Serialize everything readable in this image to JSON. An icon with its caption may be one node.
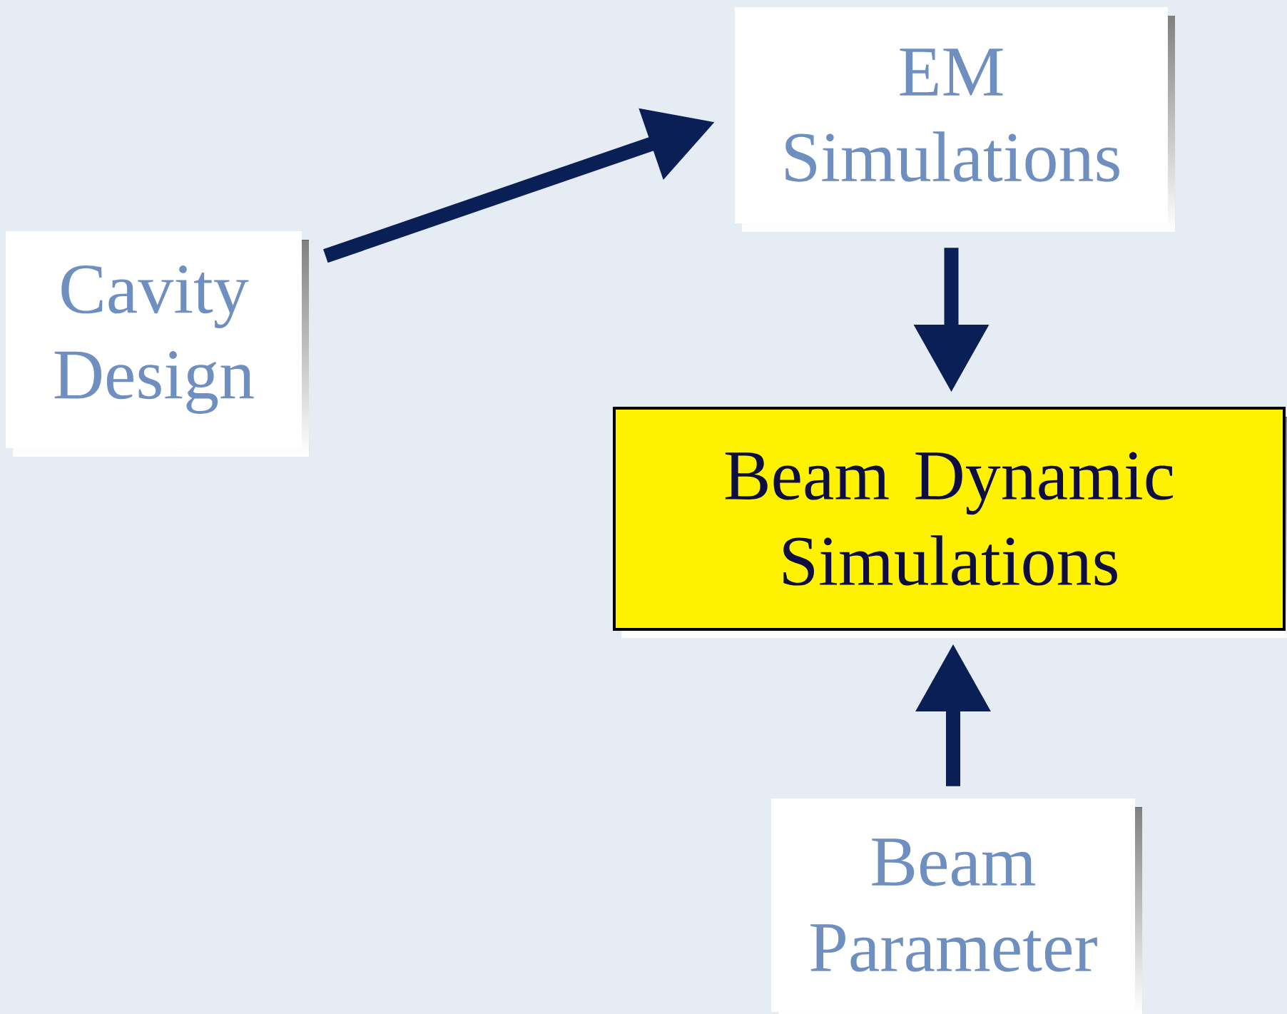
{
  "diagram": {
    "nodes": [
      {
        "text": [
          "Cavity Design"
        ]
      },
      {
        "text": [
          "EM Simulations"
        ]
      },
      {
        "text": [
          "Beam Dynamic Simulations"
        ]
      },
      {
        "text": [
          "Beam Parameter"
        ]
      }
    ],
    "edges": [
      {
        "from": 0,
        "to": 1,
        "arrow": "to"
      },
      {
        "from": 1,
        "to": 2,
        "arrow": "to"
      },
      {
        "from": 3,
        "to": 2,
        "arrow": "to"
      }
    ]
  }
}
